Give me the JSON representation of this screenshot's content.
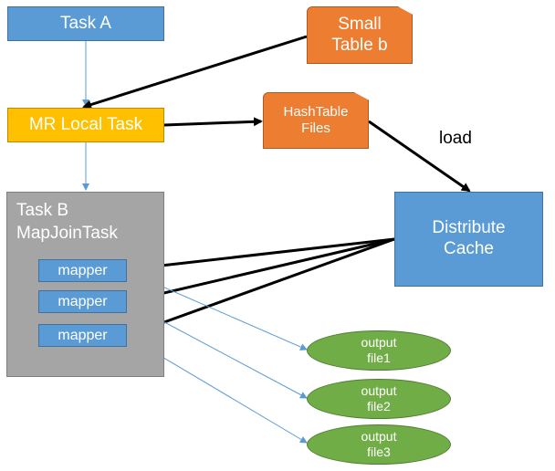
{
  "nodes": {
    "task_a": "Task A",
    "small_table_b": [
      "Small",
      "Table b"
    ],
    "mr_local_task": "MR Local Task",
    "hashtable_files": [
      "HashTable",
      "Files"
    ],
    "task_b": [
      "Task B",
      "MapJoinTask"
    ],
    "distribute_cache": [
      "Distribute",
      "Cache"
    ],
    "mappers": [
      "mapper",
      "mapper",
      "mapper"
    ],
    "outputs": [
      [
        "output",
        "file1"
      ],
      [
        "output",
        "file2"
      ],
      [
        "output",
        "file3"
      ]
    ]
  },
  "edge_labels": {
    "load": "load"
  },
  "colors": {
    "blue": "#5b9bd5",
    "orange": "#ed7d31",
    "yellow": "#ffc000",
    "gray": "#a5a5a5",
    "green": "#70ad47",
    "thin_connector": "#5b9bd5",
    "thick_connector": "#000000"
  }
}
